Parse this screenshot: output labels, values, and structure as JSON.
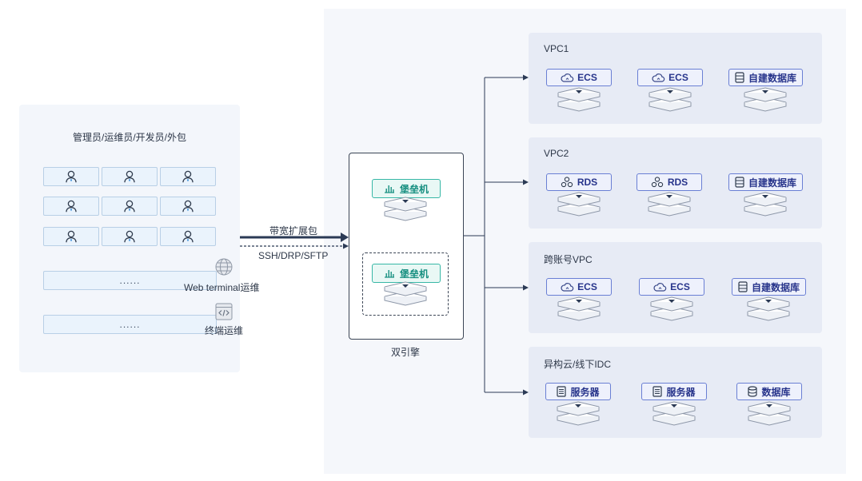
{
  "users": {
    "title": "管理员/运维员/开发员/外包",
    "rows": [
      [
        "user",
        "user",
        "user"
      ],
      [
        "user",
        "user",
        "user"
      ],
      [
        "user",
        "user",
        "user"
      ]
    ],
    "ellipsis_1": "......",
    "ellipsis_2": "......",
    "web_terminal_label": "Web terminal运维",
    "terminal_label": "终端运维"
  },
  "connector": {
    "bandwidth_label": "带宽扩展包",
    "protocol_label": "SSH/DRP/SFTP"
  },
  "engine": {
    "bastion_1": "堡垒机",
    "bastion_2": "堡垒机",
    "label": "双引擎"
  },
  "groups": [
    {
      "title": "VPC1",
      "resources": [
        {
          "icon": "cloud-icon",
          "label": "ECS"
        },
        {
          "icon": "cloud-icon",
          "label": "ECS"
        },
        {
          "icon": "database-icon",
          "label": "自建数据库"
        }
      ]
    },
    {
      "title": "VPC2",
      "resources": [
        {
          "icon": "rds-icon",
          "label": "RDS"
        },
        {
          "icon": "rds-icon",
          "label": "RDS"
        },
        {
          "icon": "database-icon",
          "label": "自建数据库"
        }
      ]
    },
    {
      "title": "跨账号VPC",
      "resources": [
        {
          "icon": "cloud-icon",
          "label": "ECS"
        },
        {
          "icon": "cloud-icon",
          "label": "ECS"
        },
        {
          "icon": "database-icon",
          "label": "自建数据库"
        }
      ]
    },
    {
      "title": "异构云/线下IDC",
      "resources": [
        {
          "icon": "server-icon",
          "label": "服务器"
        },
        {
          "icon": "server-icon",
          "label": "服务器"
        },
        {
          "icon": "db-stack-icon",
          "label": "数据库"
        }
      ]
    }
  ],
  "colors": {
    "arrow": "#2b3a55",
    "user_border": "#b8cfe6",
    "bastion_accent": "#37b7a6",
    "resource_accent": "#6a7fd4",
    "group_bg": "#e7ebf5"
  }
}
